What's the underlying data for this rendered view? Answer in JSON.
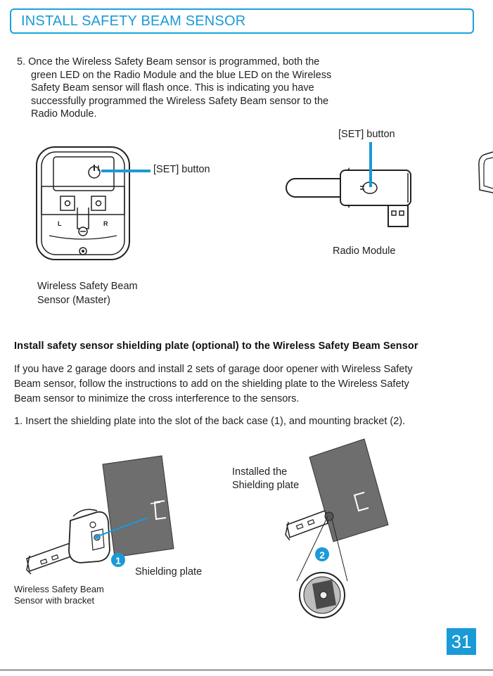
{
  "header": {
    "title": "INSTALL SAFETY BEAM SENSOR"
  },
  "step5": {
    "text": "5. Once the Wireless Safety Beam sensor is programmed, both the green LED on the Radio Module and the blue LED on the Wireless Safety Beam sensor will flash once. This is indicating you have successfully programmed the Wireless Safety Beam sensor to the Radio Module."
  },
  "figure1": {
    "sensor_set_label": "[SET] button",
    "sensor_caption_line1": "Wireless Safety Beam",
    "sensor_caption_line2": "Sensor (Master)",
    "sensor_left_mark": "L",
    "sensor_right_mark": "R",
    "module_set_label": "[SET] button",
    "module_caption": "Radio Module"
  },
  "section": {
    "heading": "Install safety sensor shielding plate (optional) to the Wireless Safety Beam Sensor",
    "paragraph": "If you have 2 garage doors and install 2 sets of garage door opener with Wireless Safety Beam sensor, follow the instructions to add on the shielding plate to the Wireless Safety Beam sensor to minimize the cross interference to the sensors.",
    "step1": "1. Insert the shielding plate into the slot of the back case (1),  and mounting bracket (2)."
  },
  "figure2": {
    "badge1": "1",
    "badge2": "2",
    "shielding_plate_label": "Shielding plate",
    "installed_line1": "Installed the",
    "installed_line2": "Shielding plate",
    "bracket_caption_line1": "Wireless Safety Beam",
    "bracket_caption_line2": "Sensor with bracket"
  },
  "page_number": "31",
  "colors": {
    "accent": "#1a9ad6",
    "text": "#222222",
    "plate": "#6e6e6e"
  }
}
